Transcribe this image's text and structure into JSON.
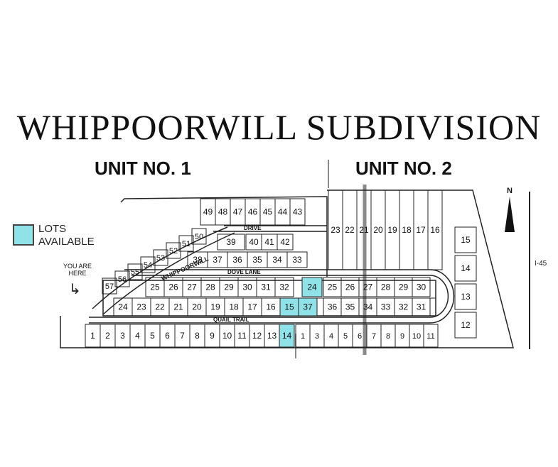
{
  "title": "WHIPPOORWILL SUBDIVISION",
  "units": [
    "UNIT NO. 1",
    "UNIT NO. 2"
  ],
  "legend": {
    "label": "LOTS AVAILABLE",
    "color": "#8fe3e8"
  },
  "you_are_here": "YOU ARE HERE",
  "north": "N",
  "highway": "I-45",
  "streets": [
    "DRIVE",
    "WHIPPOORWILL",
    "DOVE LANE",
    "QUAIL TRAIL"
  ],
  "lot_rows": {
    "top_unit1": [
      "49",
      "48",
      "47",
      "46",
      "45",
      "44",
      "43"
    ],
    "diag": [
      "50",
      "51",
      "52",
      "53",
      "54",
      "55",
      "56",
      "57"
    ],
    "row39": [
      "39",
      "40",
      "41",
      "42"
    ],
    "row38": [
      "38",
      "37",
      "36",
      "35",
      "34",
      "33"
    ],
    "dove_north": [
      "25",
      "26",
      "27",
      "28",
      "29",
      "30",
      "31",
      "32",
      "24"
    ],
    "dove_south": [
      "24",
      "23",
      "22",
      "21",
      "20",
      "19",
      "18",
      "17",
      "16",
      "15",
      "37"
    ],
    "quail": [
      "1",
      "2",
      "3",
      "4",
      "5",
      "6",
      "7",
      "8",
      "9",
      "10",
      "11",
      "12",
      "13",
      "14"
    ],
    "unit2_top": [
      "23",
      "22",
      "21",
      "20",
      "19",
      "18",
      "17",
      "16",
      "15",
      "14",
      "13",
      "12"
    ],
    "unit2_mid": [
      "25",
      "26",
      "27",
      "28",
      "29",
      "30"
    ],
    "unit2_low": [
      "36",
      "35",
      "34",
      "33",
      "32",
      "31"
    ],
    "unit2_quail": [
      "1",
      "3",
      "4",
      "5",
      "6",
      "7",
      "8",
      "9",
      "10",
      "11"
    ]
  },
  "available_lots": [
    "24",
    "37",
    "15",
    "14"
  ],
  "colors": {
    "line": "#222222",
    "available": "#8fe3e8",
    "divider": "#8a8a8a"
  }
}
